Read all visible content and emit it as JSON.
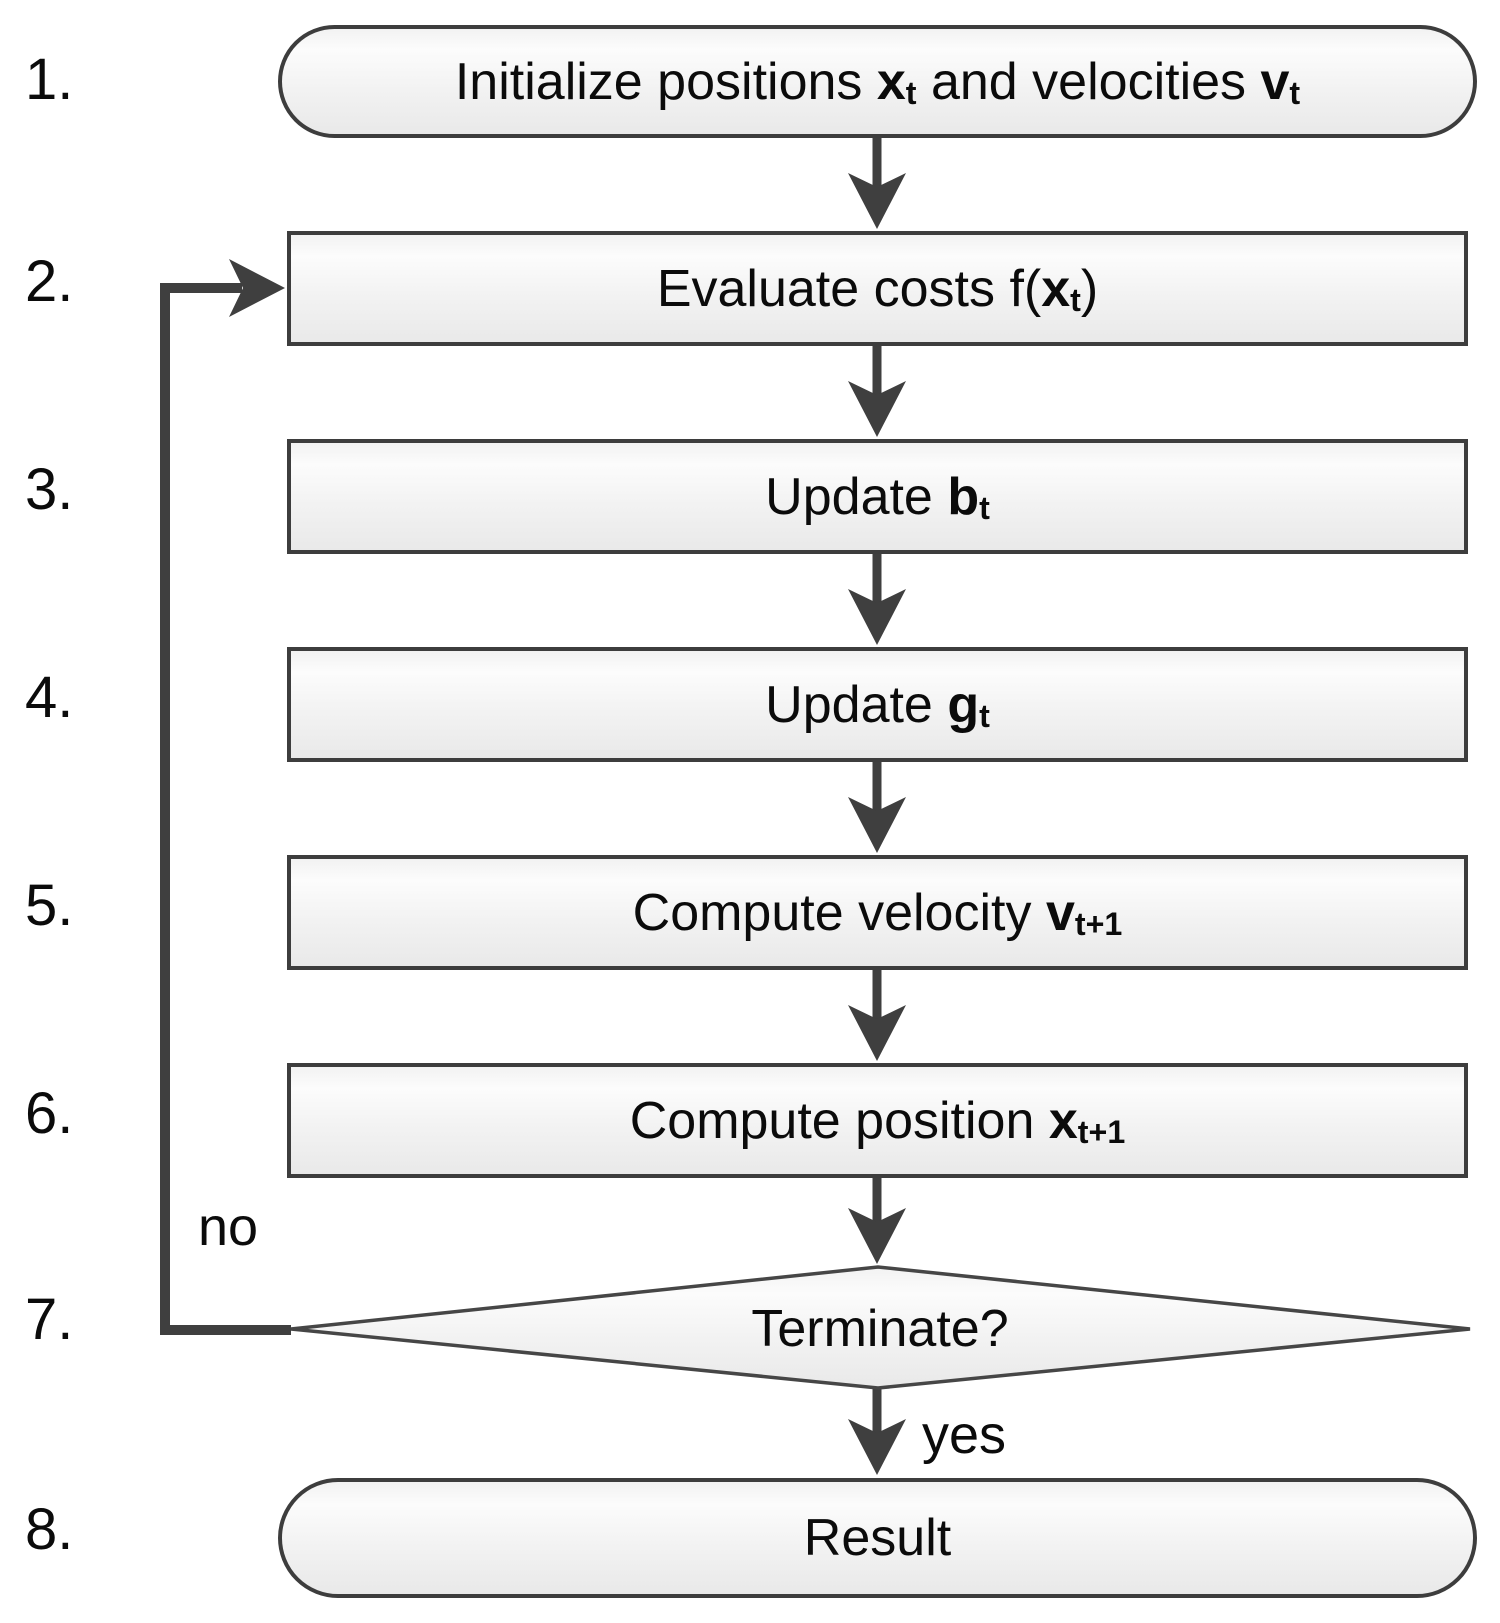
{
  "steps": [
    {
      "num": "1.",
      "shape": "stadium",
      "label": [
        {
          "t": "Initialize positions "
        },
        {
          "t": "x",
          "b": true
        },
        {
          "t": "t",
          "b": true,
          "s": true
        },
        {
          "t": " and velocities "
        },
        {
          "t": "v",
          "b": true
        },
        {
          "t": "t",
          "b": true,
          "s": true
        }
      ]
    },
    {
      "num": "2.",
      "shape": "rect",
      "label": [
        {
          "t": "Evaluate costs f("
        },
        {
          "t": "x",
          "b": true
        },
        {
          "t": "t",
          "b": true,
          "s": true
        },
        {
          "t": ")"
        }
      ]
    },
    {
      "num": "3.",
      "shape": "rect",
      "label": [
        {
          "t": "Update "
        },
        {
          "t": "b",
          "b": true
        },
        {
          "t": "t",
          "b": true,
          "s": true
        }
      ]
    },
    {
      "num": "4.",
      "shape": "rect",
      "label": [
        {
          "t": "Update "
        },
        {
          "t": "g",
          "b": true
        },
        {
          "t": "t",
          "b": true,
          "s": true
        }
      ]
    },
    {
      "num": "5.",
      "shape": "rect",
      "label": [
        {
          "t": "Compute velocity "
        },
        {
          "t": "v",
          "b": true
        },
        {
          "t": "t+1",
          "b": true,
          "s": true
        }
      ]
    },
    {
      "num": "6.",
      "shape": "rect",
      "label": [
        {
          "t": "Compute position "
        },
        {
          "t": "x",
          "b": true
        },
        {
          "t": "t+1",
          "b": true,
          "s": true
        }
      ]
    },
    {
      "num": "7.",
      "shape": "diamond",
      "label": [
        {
          "t": "Terminate?"
        }
      ]
    },
    {
      "num": "8.",
      "shape": "stadium",
      "label": [
        {
          "t": "Result"
        }
      ]
    }
  ],
  "edges": [
    {
      "from": 1,
      "to": 2,
      "label": ""
    },
    {
      "from": 2,
      "to": 3,
      "label": ""
    },
    {
      "from": 3,
      "to": 4,
      "label": ""
    },
    {
      "from": 4,
      "to": 5,
      "label": ""
    },
    {
      "from": 5,
      "to": 6,
      "label": ""
    },
    {
      "from": 6,
      "to": 7,
      "label": ""
    },
    {
      "from": 7,
      "to": 8,
      "label": "yes"
    },
    {
      "from": 7,
      "to": 2,
      "label": "no"
    }
  ],
  "colors": {
    "border": "#3d3d3d",
    "arrow": "#3f3f3f",
    "shape_fill_top": "#f2f2f2",
    "shape_fill_bottom": "#e9e9e9",
    "text": "#0b0b0b",
    "background": "#ffffff"
  }
}
